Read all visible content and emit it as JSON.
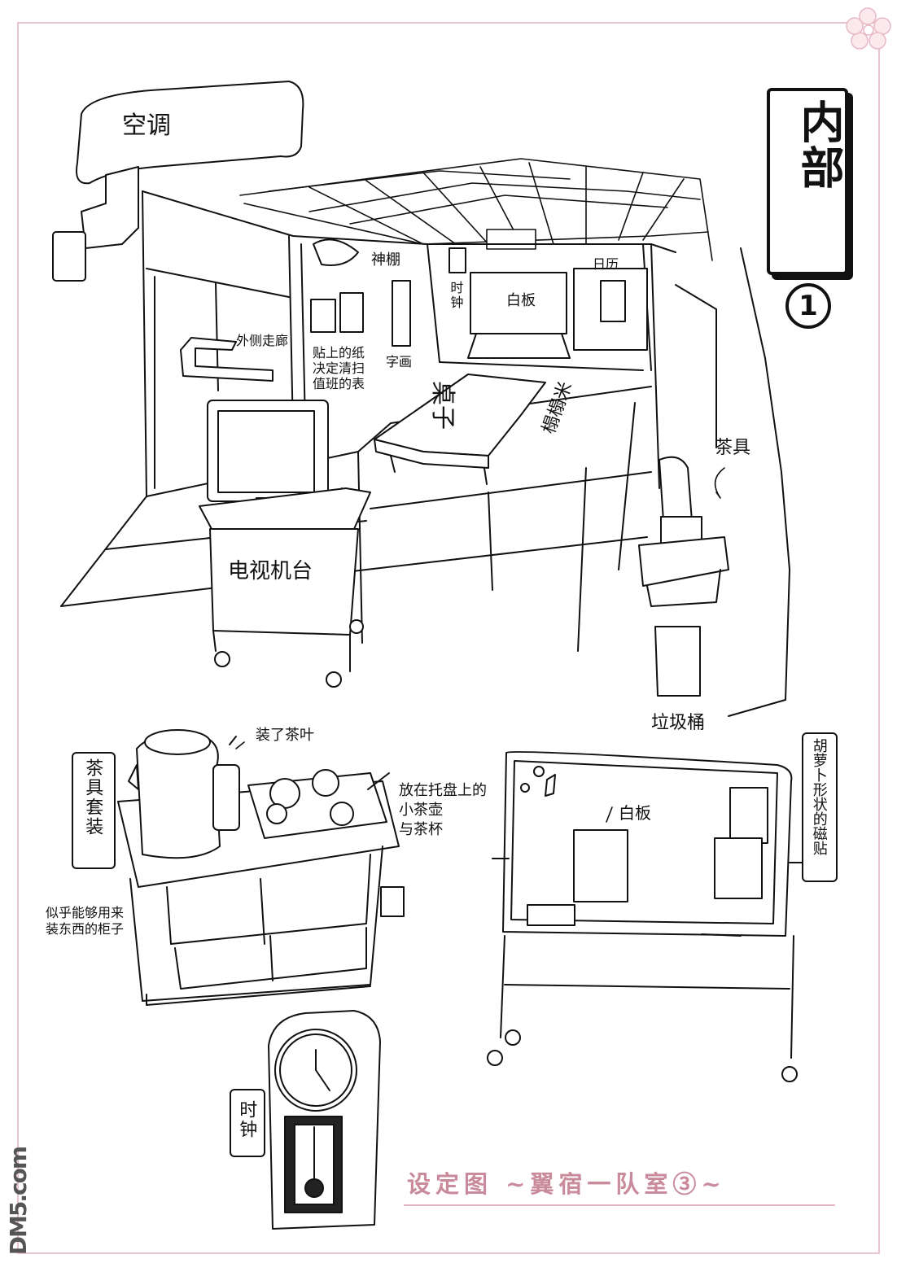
{
  "title": {
    "text": "内部",
    "number": "1"
  },
  "labels": {
    "air_conditioner": "空调",
    "shelf": "神棚",
    "calendar": "日历",
    "clock_room": "时钟",
    "whiteboard_room": "白板",
    "corridor": "外侧走廊",
    "notice": "贴上的纸决定清扫值班的表",
    "notice_lines": [
      "贴上的纸",
      "决定清扫",
      "值班的表"
    ],
    "calligraphy": "字画",
    "table": "桌子",
    "tatami": "榻榻米",
    "tea_set_room": "茶具",
    "tv_stand": "电视机台",
    "trash": "垃圾桶",
    "tea_leaves": "装了茶叶",
    "tray_lines": [
      "放在托盘上的",
      "小茶壶",
      "与茶杯"
    ],
    "tea_set_cart": "茶具套装",
    "cabinet_lines": [
      "似乎能够用来",
      "装东西的柜子"
    ],
    "whiteboard": "白板",
    "magnets": "胡萝卜形状的磁贴",
    "clock": "时钟"
  },
  "caption": "设定图 ~翼宿一队室③~",
  "watermark": "DM5.com",
  "colors": {
    "ink": "#111111",
    "accent": "#c98a9c",
    "frame": "#e8c4cf"
  }
}
